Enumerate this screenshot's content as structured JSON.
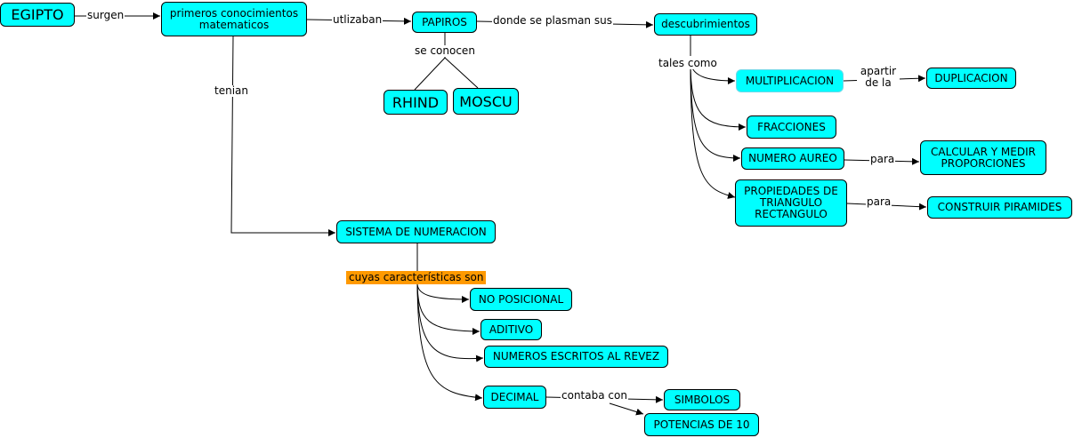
{
  "nodes": {
    "egipto": "EGIPTO",
    "primeros": "primeros conocimientos matematicos",
    "papiros": "PAPIROS",
    "descubrimientos": "descubrimientos",
    "rhind": "RHIND",
    "moscu": "MOSCU",
    "multiplicacion": "MULTIPLICACION",
    "duplicacion": "DUPLICACION",
    "fracciones": "FRACCIONES",
    "numero_aureo": "NUMERO AUREO",
    "calcular": "CALCULAR Y MEDIR PROPORCIONES",
    "propiedades": "PROPIEDADES DE TRIANGULO RECTANGULO",
    "construir": "CONSTRUIR PIRAMIDES",
    "sistema": "SISTEMA DE NUMERACION",
    "no_posicional": "NO POSICIONAL",
    "aditivo": "ADITIVO",
    "numeros_revez": "NUMEROS ESCRITOS AL REVEZ",
    "decimal": "DECIMAL",
    "simbolos": "SIMBOLOS",
    "potencias": "POTENCIAS DE 10"
  },
  "labels": {
    "surgen": "surgen",
    "utlizaban": "utlizaban",
    "donde": "donde se plasman sus",
    "se_conocen": "se conocen",
    "tenian": "tenian",
    "tales_como": "tales como",
    "apartir": "apartir de la",
    "para1": "para",
    "para2": "para",
    "cuyas": "cuyas características son",
    "contaba": "contaba con"
  },
  "colors": {
    "node_fill": "#00ffff",
    "highlight": "#ff9900",
    "line": "#000000"
  }
}
